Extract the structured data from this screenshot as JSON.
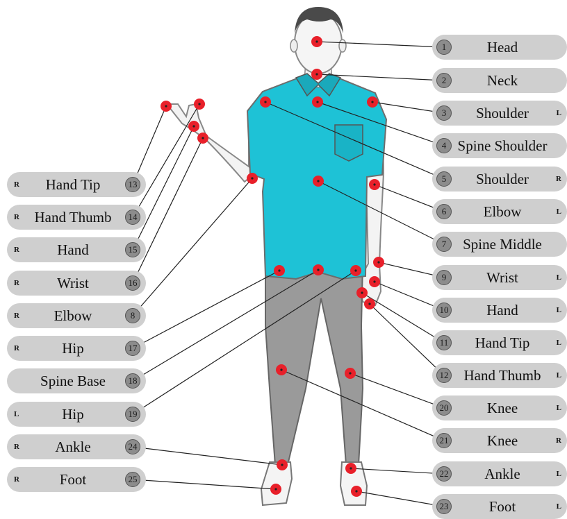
{
  "colors": {
    "pill": "#cfcfcf",
    "badge": "#8c8c8c",
    "marker": "#e8202a",
    "shirt": "#1ec2d6",
    "pants": "#9a9a9a",
    "line": "#222222"
  },
  "right_labels": [
    {
      "num": "1",
      "name": "Head",
      "side": ""
    },
    {
      "num": "2",
      "name": "Neck",
      "side": ""
    },
    {
      "num": "3",
      "name": "Shoulder",
      "side": "L"
    },
    {
      "num": "4",
      "name": "Spine Shoulder",
      "side": ""
    },
    {
      "num": "5",
      "name": "Shoulder",
      "side": "R"
    },
    {
      "num": "6",
      "name": "Elbow",
      "side": "L"
    },
    {
      "num": "7",
      "name": "Spine Middle",
      "side": ""
    },
    {
      "num": "9",
      "name": "Wrist",
      "side": "L"
    },
    {
      "num": "10",
      "name": "Hand",
      "side": "L"
    },
    {
      "num": "11",
      "name": "Hand Tip",
      "side": "L"
    },
    {
      "num": "12",
      "name": "Hand Thumb",
      "side": "L"
    },
    {
      "num": "20",
      "name": "Knee",
      "side": "L"
    },
    {
      "num": "21",
      "name": "Knee",
      "side": "R"
    },
    {
      "num": "22",
      "name": "Ankle",
      "side": "L"
    },
    {
      "num": "23",
      "name": "Foot",
      "side": "L"
    }
  ],
  "left_labels": [
    {
      "num": "13",
      "name": "Hand Tip",
      "side": "R"
    },
    {
      "num": "14",
      "name": "Hand Thumb",
      "side": "R"
    },
    {
      "num": "15",
      "name": "Hand",
      "side": "R"
    },
    {
      "num": "16",
      "name": "Wrist",
      "side": "R"
    },
    {
      "num": "8",
      "name": "Elbow",
      "side": "R"
    },
    {
      "num": "17",
      "name": "Hip",
      "side": "R"
    },
    {
      "num": "18",
      "name": "Spine Base",
      "side": ""
    },
    {
      "num": "19",
      "name": "Hip",
      "side": "L"
    },
    {
      "num": "24",
      "name": "Ankle",
      "side": "R"
    },
    {
      "num": "25",
      "name": "Foot",
      "side": "R"
    }
  ]
}
